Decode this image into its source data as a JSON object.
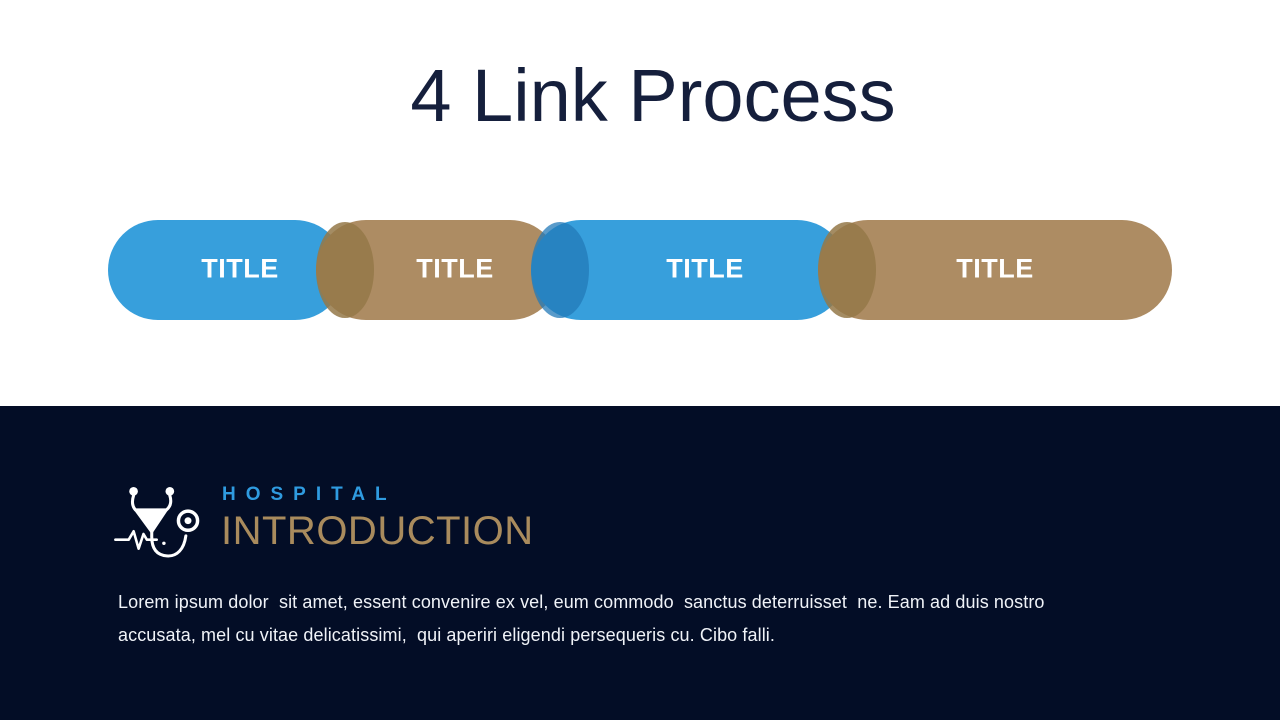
{
  "slide": {
    "title": "4 Link Process"
  },
  "colors": {
    "title_text": "#151F3C",
    "link_blue": "#379FDC",
    "link_tan": "#AD8C63",
    "joint_tan": "rgba(148,120,72,0.85)",
    "joint_blue": "rgba(35,122,184,0.75)",
    "footer_bg": "#030D26",
    "brand_blue": "#2F9BE0",
    "brand_tan": "#A98B5D",
    "paragraph_text": "#F0F3F8",
    "icon_white": "#FFFFFF"
  },
  "process": {
    "links": [
      {
        "label": "TITLE",
        "color": "#379FDC"
      },
      {
        "label": "TITLE",
        "color": "#AD8C63"
      },
      {
        "label": "TITLE",
        "color": "#379FDC"
      },
      {
        "label": "TITLE",
        "color": "#AD8C63"
      }
    ],
    "joints": [
      {
        "color": "rgba(148,120,72,0.85)"
      },
      {
        "color": "rgba(35,122,184,0.75)"
      },
      {
        "color": "rgba(148,120,72,0.85)"
      }
    ]
  },
  "footer": {
    "logo_icon": "stethoscope-icon",
    "brand_top": "HOSPITAL",
    "brand_bottom": "INTRODUCTION",
    "paragraph_lines": [
      "Lorem ipsum dolor  sit amet, essent convenire ex vel, eum commodo  sanctus deterruisset  ne. Eam ad duis nostro",
      "accusata, mel cu vitae delicatissimi,  qui aperiri eligendi persequeris cu. Cibo falli."
    ]
  }
}
